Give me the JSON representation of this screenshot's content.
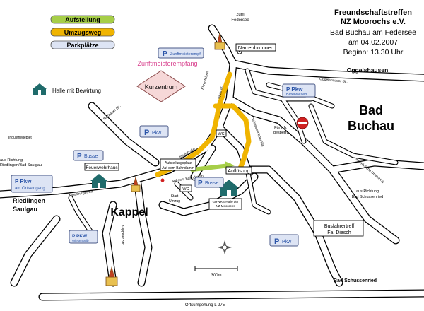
{
  "title": {
    "line1": "Freundschaftstreffen",
    "line2": "NZ Moorochs e.V.",
    "line3": "Bad Buchau am Federsee",
    "line4": "am 04.02.2007",
    "line5": "Beginn: 13.30 Uhr"
  },
  "legend": {
    "aufstellung": "Aufstellung",
    "umzugsweg": "Umzugsweg",
    "parkplaetze": "Parkplätze",
    "halle": "Halle mit Bewirtung",
    "colors": {
      "aufstellung": "#a6ce48",
      "umzugsweg": "#f0b400",
      "parkplaetze": "#dde4f4"
    }
  },
  "places": {
    "zum_federsee_1": "zum",
    "zum_federsee_2": "Federsee",
    "narrenbrunnen": "Narrenbrunnen",
    "zunftmeisterempfang": "Zunftmeisterempfang",
    "kurzentrum": "Kurzentrum",
    "oggelshausen": "Oggelshausen",
    "oggelshauser_str": "Oggelshauser Str.",
    "bad": "Bad",
    "buchau": "Buchau",
    "fuer_kfz_1": "Für Kfz",
    "fuer_kfz_2": "gesperrt",
    "industriegebiet": "Industriegebiet",
    "aus_richtung_1": "aus Richtung",
    "aus_richtung_2": "Riedlingen/Bad Saulgau",
    "feuerwehrhaus": "Feuerwehrhaus",
    "riedlingen": "Riedlingen",
    "saulgau": "Saulgau",
    "kappel": "Kappel",
    "aufstellungsplatz_1": "Aufstellungsplatz",
    "aufstellungsplatz_2": "Auf dem Bahndamm",
    "aufloesung": "Auflösung",
    "wc": "WC",
    "start_1": "Start",
    "start_2": "Umzug",
    "halle_1": "GHWRS-Halle der",
    "halle_2": "NZ Moorochs",
    "aus_richtung_bs_1": "aus Richtung",
    "aus_richtung_bs_2": "Bad Schussenried",
    "busfahrertreff_1": "Busfahrertreff",
    "busfahrertreff_2": "Fa. Diesch",
    "bad_schussenried": "Bad Schussenried",
    "scale": "300m",
    "ortsumgehung": "Ortsumgehung L 275",
    "innerortliche_umleitung": "innerörtliche Umleitung",
    "ehrenfelsstr": "Ehrenfelsstr.",
    "wuhrstr": "Wuhrstr.",
    "inselstr": "Inselstraße",
    "schussenrieder_str": "Schussenrieder Str.",
    "auf_dem_bahndamm": "Auf dem Bahndamm",
    "buchauer_str": "Buchauer Str.",
    "moosburger_str": "Moosburger Str.",
    "kappeler_str": "Kappeler Str."
  },
  "parking": {
    "zunftmeisterempfang": {
      "p": "P",
      "sub": "Zunftmeisterempf."
    },
    "bittelwiesen": {
      "p": "P Pkw",
      "sub": "Bittelwiesen"
    },
    "pkw_kappel": {
      "p": "P",
      "sub": "Pkw"
    },
    "busse_kappel": {
      "p": "P",
      "sub": "Busse"
    },
    "ortseingang": {
      "p": "P Pkw",
      "sub": "am Ortseingang"
    },
    "busse_halle": {
      "p": "P",
      "sub": "Busse"
    },
    "wc_box": {
      "p": "WC"
    },
    "pkw_wiesengelb": {
      "p": "P PKW",
      "sub": "Wiesengelb"
    },
    "pkw_east": {
      "p": "P",
      "sub": "Pkw"
    }
  },
  "icons": {
    "halle": "hall-building-icon",
    "church": "church-icon",
    "no_entry": "no-entry-sign-icon",
    "compass": "compass-rose-icon",
    "fountain": "fountain-icon"
  }
}
